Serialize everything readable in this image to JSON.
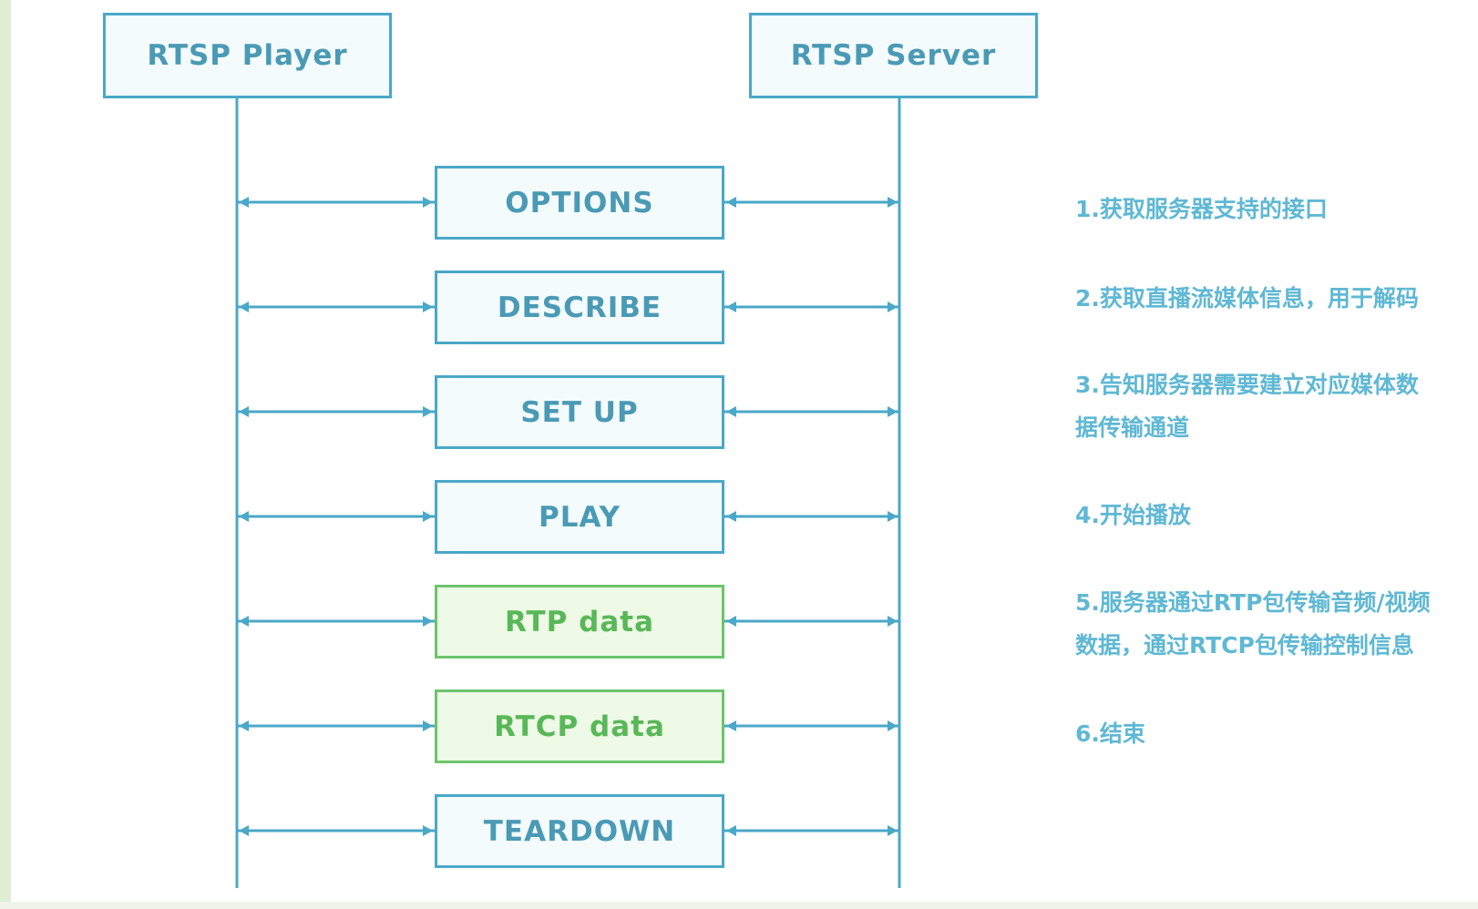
{
  "participants": {
    "player": "RTSP Player",
    "server": "RTSP Server"
  },
  "messages": [
    {
      "label": "OPTIONS",
      "kind": "request"
    },
    {
      "label": "DESCRIBE",
      "kind": "request"
    },
    {
      "label": "SET UP",
      "kind": "request"
    },
    {
      "label": "PLAY",
      "kind": "request"
    },
    {
      "label": "RTP data",
      "kind": "data"
    },
    {
      "label": "RTCP data",
      "kind": "data"
    },
    {
      "label": "TEARDOWN",
      "kind": "request"
    }
  ],
  "notes": [
    "1.获取服务器支持的接口",
    "2.获取直播流媒体信息，用于解码",
    "3.告知服务器需要建立对应媒体数\n据传输通道",
    "4.开始播放",
    "5.服务器通过RTP包传输音频/视频\n数据，通过RTCP包传输控制信息",
    "6.结束"
  ],
  "colors": {
    "line": "#4aa8c8",
    "request_text": "#4a9ab5",
    "data_border": "#6cc46c",
    "data_text": "#58b858",
    "note_text": "#5fb8d4"
  }
}
